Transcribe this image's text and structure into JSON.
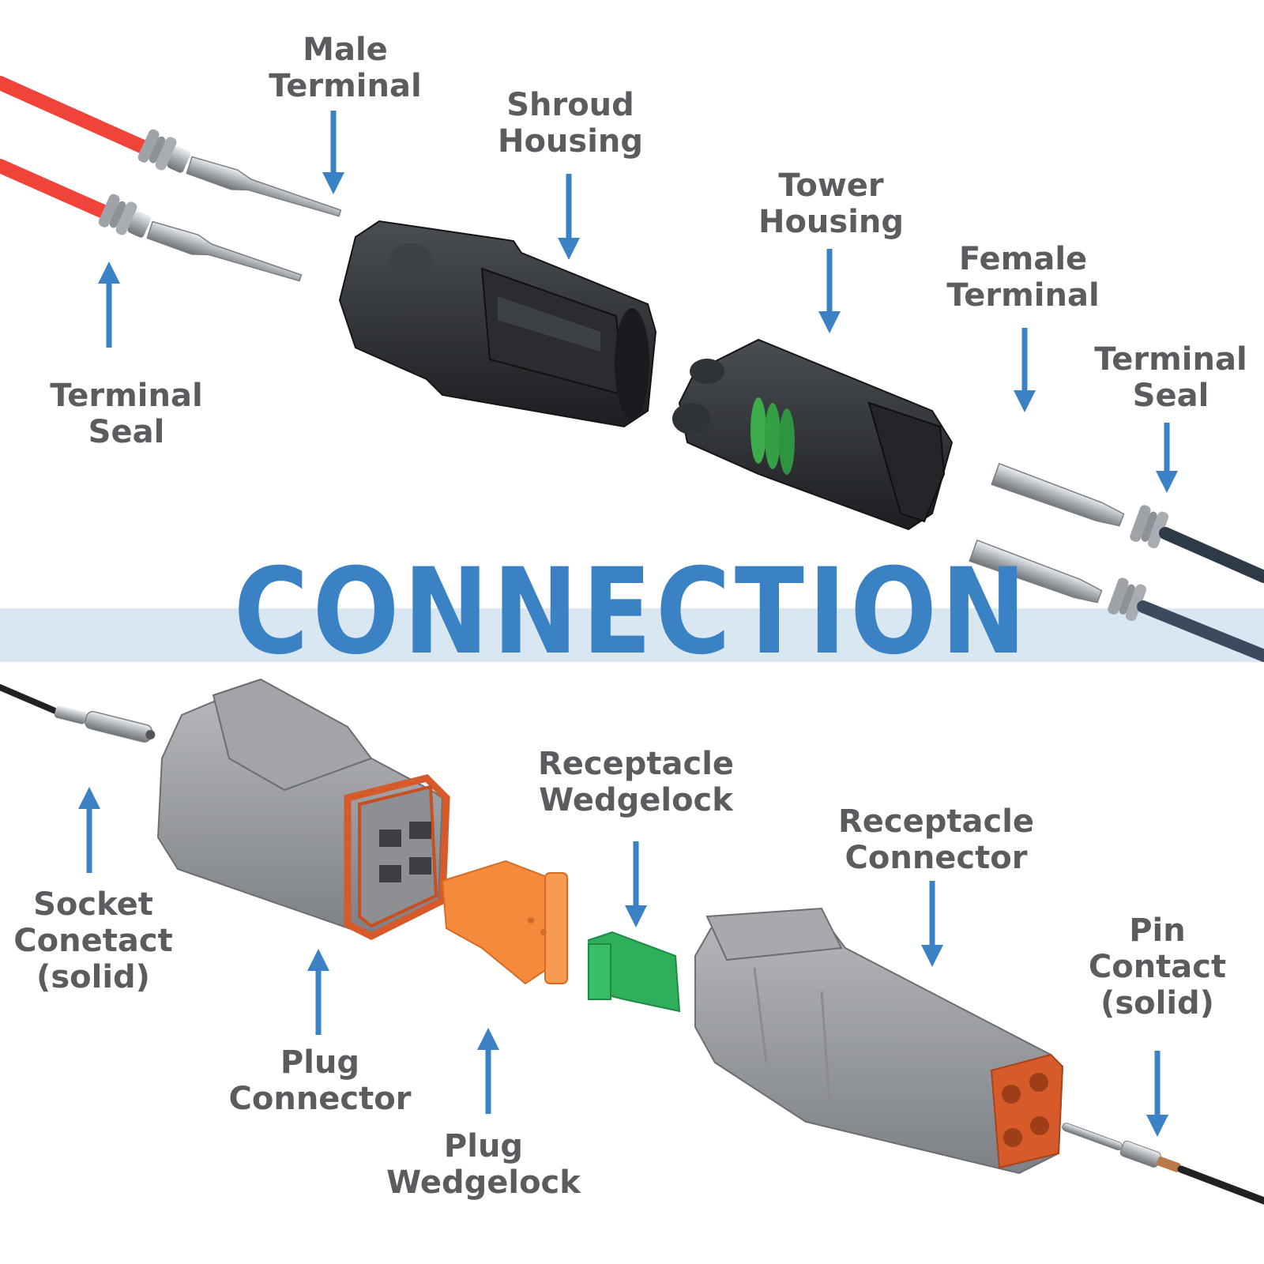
{
  "title": "CONNECTION",
  "colors": {
    "accent": "#3a82c4",
    "banner": "#d9e7f3",
    "label_text": "#5a5c60",
    "red_wire": "#f0443a",
    "dark_wire": "#2f3a48",
    "black_housing": "#2b2d30",
    "grey_housing": "#9a9c9f",
    "orange_seal": "#d65a2a",
    "orange_wedge": "#f58a3c",
    "green_wedge": "#2fae5c",
    "green_seal": "#3cab4a"
  },
  "labels": {
    "male_terminal": [
      "Male",
      "Terminal"
    ],
    "shroud_housing": [
      "Shroud",
      "Housing"
    ],
    "tower_housing": [
      "Tower",
      "Housing"
    ],
    "female_terminal": [
      "Female",
      "Terminal"
    ],
    "terminal_seal_right": [
      "Terminal",
      "Seal"
    ],
    "terminal_seal_left": [
      "Terminal",
      "Seal"
    ],
    "receptacle_wedgelock": [
      "Receptacle",
      "Wedgelock"
    ],
    "receptacle_connector": [
      "Receptacle",
      "Connector"
    ],
    "socket_contact": [
      "Socket",
      "Conetact",
      "(solid)"
    ],
    "pin_contact": [
      "Pin",
      "Contact",
      "(solid)"
    ],
    "plug_connector": [
      "Plug",
      "Connector"
    ],
    "plug_wedgelock": [
      "Plug",
      "Wedgelock"
    ]
  }
}
